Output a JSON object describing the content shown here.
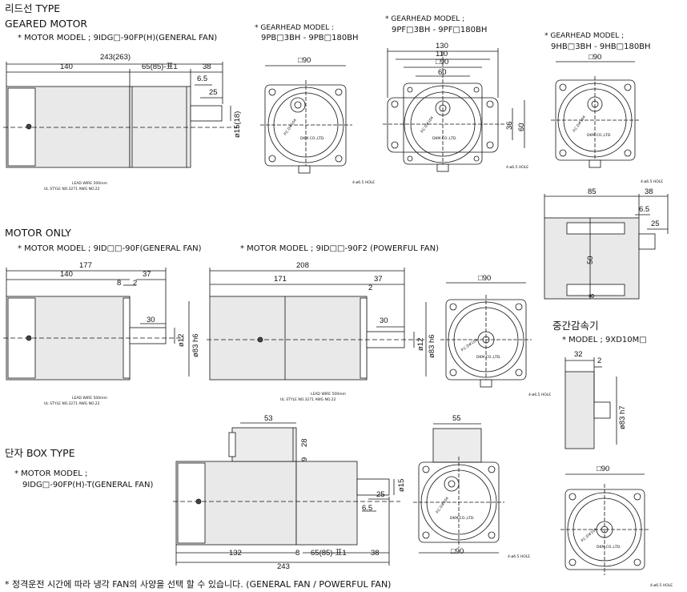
{
  "headers": {
    "lead_type": "리드선 TYPE",
    "geared_motor": "GEARED MOTOR",
    "motor_model_geared": "* MOTOR MODEL ; 9IDG□-90FP(H)(GENERAL FAN)",
    "motor_only": "MOTOR ONLY",
    "motor_model_only_general": "* MOTOR MODEL ; 9ID□□-90F(GENERAL FAN)",
    "motor_model_only_powerful": "* MOTOR MODEL ; 9ID□□-90F2 (POWERFUL FAN)",
    "terminal_box": "단자 BOX TYPE",
    "motor_model_box_1": "* MOTOR MODEL ;",
    "motor_model_box_2": "9IDG□-90FP(H)-T(GENERAL FAN)",
    "intermediate": "중간감속기",
    "intermediate_model": "* MODEL ; 9XD10M□",
    "footnote": "* 정격운전 시간에 따라 냉각 FAN의 사양을 선택 할 수 있습니다. (GENERAL FAN / POWERFUL FAN)"
  },
  "gearheads": {
    "pb_1": "* GEARHEAD MODEL :",
    "pb_2": "9PB□3BH - 9PB□180BH",
    "pf_1": "* GEARHEAD MODEL ;",
    "pf_2": "9PF□3BH - 9PF□180BH",
    "hb_1": "* GEARHEAD MODEL ;",
    "hb_2": "9HB□3BH - 9HB□180BH"
  },
  "dims": {
    "d243_263": "243(263)",
    "d140": "140",
    "d65_85": "65(85)-표1",
    "d38": "38",
    "d6_5": "6.5",
    "d25": "25",
    "d15_18": "ø15(18)",
    "sq90": "□90",
    "d130": "130",
    "d110": "110",
    "d90": "□90",
    "d60": "60",
    "d36": "36",
    "d60v": "60",
    "d85": "85",
    "d38b": "38",
    "d6_5b": "6.5",
    "d25b": "25",
    "d50": "50",
    "d8": "8",
    "d177": "177",
    "d140b": "140",
    "d37": "37",
    "d8b": "8",
    "d2": "2",
    "d30": "30",
    "d12": "ø12",
    "d83h6": "ø83 h6",
    "d208": "208",
    "d171": "171",
    "d37b": "37",
    "d2b": "2",
    "d30b": "30",
    "d12b": "ø12",
    "d83h6b": "ø83 h6",
    "sq90b": "□90",
    "d53": "53",
    "d28": "28",
    "d9": "9",
    "d55": "55",
    "d15": "ø15",
    "d6_5c": "6.5",
    "d25c": "25",
    "d132": "132",
    "d8c": "8",
    "d65_85b": "65(85)-표1",
    "d38c": "38",
    "d243": "243",
    "sq90c": "□90",
    "d32": "32",
    "d2c": "2",
    "d83h7": "ø83 h7",
    "sq90d": "□90"
  },
  "small_labels": {
    "lead1": "LEAD WIRE 500mm",
    "ul1": "UL STYLE NO.3271 AWG NO.22",
    "hole": "4-ø6.5 HOLE",
    "pcd": "P.C.D#104",
    "maker": "DKM.CO.,LTD."
  }
}
